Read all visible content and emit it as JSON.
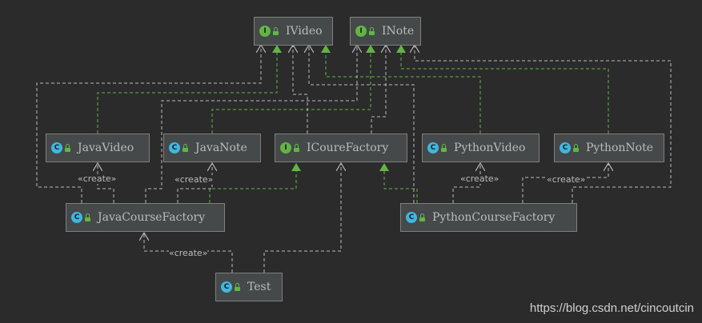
{
  "nodes": {
    "ivideo": {
      "name": "IVideo",
      "kind": "interface",
      "badge": "I"
    },
    "inote": {
      "name": "INote",
      "kind": "interface",
      "badge": "I"
    },
    "javavideo": {
      "name": "JavaVideo",
      "kind": "class",
      "badge": "C"
    },
    "javanote": {
      "name": "JavaNote",
      "kind": "class",
      "badge": "C"
    },
    "icourefactory": {
      "name": "ICoureFactory",
      "kind": "interface",
      "badge": "I"
    },
    "pythonvideo": {
      "name": "PythonVideo",
      "kind": "class",
      "badge": "C"
    },
    "pythonnote": {
      "name": "PythonNote",
      "kind": "class",
      "badge": "C"
    },
    "javacoursefactory": {
      "name": "JavaCourseFactory",
      "kind": "class",
      "badge": "C"
    },
    "pythoncoursefactory": {
      "name": "PythonCourseFactory",
      "kind": "class",
      "badge": "C"
    },
    "test": {
      "name": "Test",
      "kind": "class",
      "badge": "C"
    }
  },
  "edge_labels": {
    "create_javavideo": "«create»",
    "create_javanote": "«create»",
    "create_pythonvideo": "«create»",
    "create_pythonnote": "«create»",
    "create_test": "«create»"
  },
  "watermark": "https://blog.csdn.net/cincoutcin",
  "colors": {
    "background": "#2b2b2b",
    "realization_edge": "#62b543",
    "dependency_edge": "#bbbbbb",
    "interface_badge": "#62b543",
    "class_badge": "#40b6e0"
  }
}
